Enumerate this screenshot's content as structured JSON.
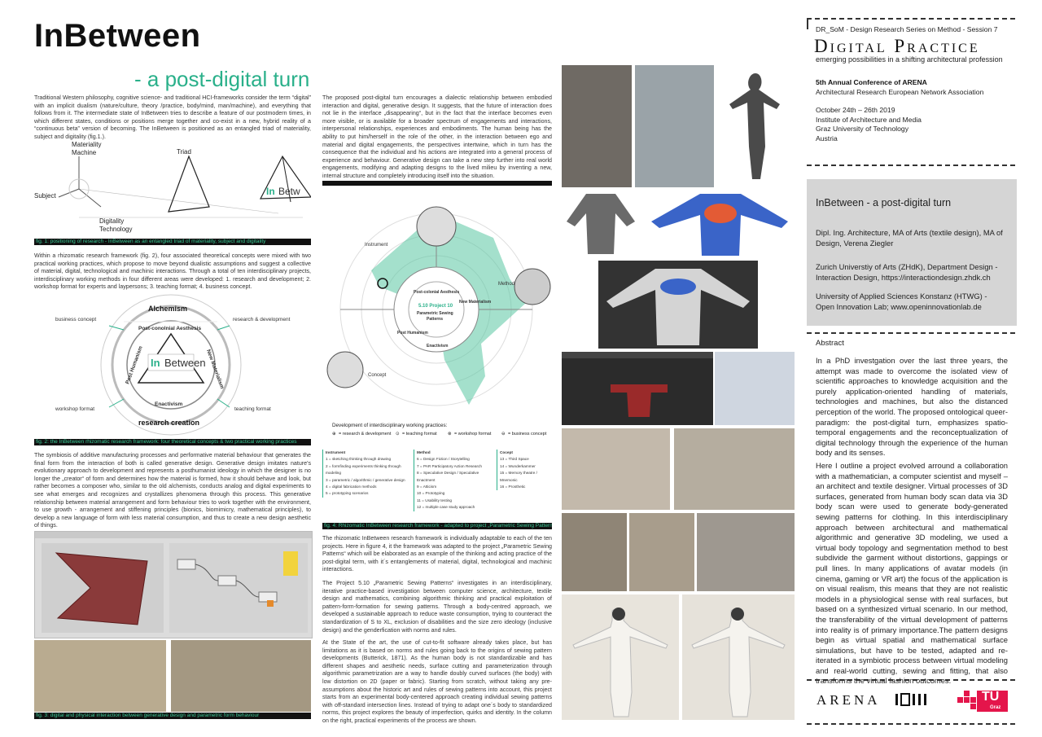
{
  "title": "InBetween",
  "subtitle": "- a post-digital turn",
  "col1": {
    "p1": "Traditional Western philosophy, cognitive science- and traditional HCI-frameworks consider the term “digital” with an implicit dualism (nature/culture, theory /practice, body/mind, man/machine), and everything that follows from it. The intermediate state of InBetween tries to describe a feature of our postmodern times, in which different states, conditions or positions merge together and co-exist in a new, hybrid reality of a “continuous beta” version of becoming. The InBetween is positioned as an entangled triad of materiality, subject and digitality (fig.1.).",
    "fig1_labels": {
      "materiality": "Materiality",
      "machine": "Machine",
      "triad": "Triad",
      "subject": "Subject",
      "digitality": "Digitality",
      "technology": "Technology"
    },
    "cap1": "fig. 1: positioning of research - InBetween as an entangled triad of materiality, subject and digitality",
    "p2": "Within a rhizomatic research framework (fig. 2), four associated theoretical concepts were mixed with two practical working practices, which propose to move beyond dualistic assumptions and suggest a collective of material, digital, technological and machinic interactions. Through a total of ten interdisciplinary projects, interdisciplinary working methods in four different areas were developed: 1. research and development; 2. workshop format for experts and laypersons; 3. teaching format; 4. business concept.",
    "fig2": {
      "alchemism": "Alchemism",
      "research_creation": "research creation",
      "post_colonial": "Post-conolnial Aesthesis",
      "new_materialism": "New Materialism",
      "post_humanism": "Post Humanism",
      "enactivism": "Enactivism",
      "business": "business concept",
      "research_dev": "research & development",
      "workshop": "workshop format",
      "teaching": "teaching format"
    },
    "cap2": "fig. 2: the InBetween rhizomatic research framework: four theoretical concepts & two practical  working practices",
    "p3": "The symbiosis of additive manufacturing processes and performative material behaviour that generates the final form from the interaction of both is called generative design. Generative design imitates nature's evolutionary approach to development and represents a posthumanist ideology in which the designer is no longer the „creator“ of form and determines how the material is formed, how it should behave and look, but rather becomes a composer who, similar to the old alchemists, conducts analog and digital experiments to see what emerges and recognizes and crystallizes phenomena through this process. This generative relationship between material arrangement and form behaviour tries to work together with the environment, to use growth - arrangement and stiffening principles (bionics, biomimicry, mathematical principles), to develop a new language of form with less material consumption, and thus to create a new design aesthetic of things.",
    "cap3": "fig. 3: digital and physical interaction between generative design and parametric form behaviour"
  },
  "col2": {
    "p1": "The proposed post-digital turn encourages a dialectic relationship between embodied interaction and digital, generative design. It suggests, that the future of interaction does not lie in the interface „disappearing“, but in the fact that the interface becomes even more visible, or is available for a broader spectrum of engagements and interactions, interpersonal relationships, experiences and embodiments. The human being has the ability to put him/herself in the role of the other, in the interaction between ego and material and digital engagements, the perspectives intertwine, which in turn has the consequence that the individual and his actions are integrated into a general process of experience and behaviour. Generative design can take a new step further into real world engagements, modifying and adapting designs to the lived milieu by inventing a new, internal structure and completely introducing itself into the situation.",
    "radar": {
      "center_top": "5.10 Project 10",
      "center_mid": "Parametric Sewing",
      "center_bot": "Patterns",
      "ring_a": "Post-colonial Aesthesis",
      "ring_b": "New Materialism",
      "ring_c": "Enactivism",
      "ring_d": "Post Humanism",
      "instrument": "Instrument",
      "method": "Method",
      "concept": "Concept"
    },
    "legend_title": "Development of interdisciplinary working practices:",
    "legend_items": [
      "= research & development",
      "= teaching format",
      "= workshop format",
      "= business concept"
    ],
    "table": {
      "headers": [
        "Instrument",
        "Method",
        "Cocept"
      ],
      "instrument": [
        "1 = sketching thinking through drawing",
        "2 = formfinding experiments thinking through modeling",
        "3 = parametric / algorithmic / generative design",
        "4 = digital fabrication methods",
        "5 = prototyping scenarios"
      ],
      "method": [
        "6 = Design Fiction / Storytelling",
        "7 = PAR Participatory Action Research",
        "8 = Speculative Design / Speculative Enactment",
        "9 = Atticism",
        "10 = Prototyping",
        "11 = Usability testing",
        "12 = multiple case study approach"
      ],
      "concept": [
        "13 = Third Space",
        "14 = Wunderkammer",
        "15 = Memory theatre / Mnemonic",
        "16 = Prosthetic"
      ]
    },
    "cap4": "fig. 4: Rhizomatic InBetween research framework - adapted to project „Parametric Sewing Patterns",
    "p2": "The rhizomatic InBetween research framework is individually adaptable to each of the ten projects. Here in figure 4, it the framework was adapted to the project „Parametric Sewing Patterns“ which will be elaborated as an example of the thinking and acting practice of the post-digital term, with it´s entanglements of material, digital, technological and machinic interactions.",
    "p3": "The Project 5.10 „Parametric Sewing Patterns“ investigates in an interdisciplinary, iterative practice-based investigation between computer science, architecture, textile design and mathematics, combining algorithmic thinking and practical exploitation of pattern-form-formation for sewing patterns. Through a body-centred approach, we developed a sustainable approach to reduce waste consumption, trying to counteract the standardization of S to XL, exclusion of disabilities and the size zero ideology (inclusive design) and the genderfication with norms and rules.",
    "p4": "At the State of the art, the use of cut-to-fit software already takes place, but has limitations as it is based on norms and rules going back to the origins of sewing pattern developments (Butterick, 1871). As the human body is not standardizable and has different shapes and aesthetic needs, surface cutting and parameterization through algorithmic parametrization are a way to handle doubly curved surfaces (the body) with low distortion on 2D (paper or fabric). Starting from scratch, without taking any pre-assumptions about the historic art and rules of sewing patterns into account, this project starts from an experimental body-centered approach creating individual sewing patterns with off-standard intersection lines. Instead of trying to adapt one´s body to standardized norms, this project explores the beauty of imperfection, quirks and identity.  In the column on the right, practical experiments of the process are shown."
  },
  "header_box": {
    "series": "DR_SoM - Design Research Series on Method - Session 7",
    "big": "Digital Practice",
    "tagline": "emerging possibilities in a shifting architectural profession",
    "conf_title": "5th Annual Conference of ARENA",
    "conf_sub": "Architectural Research European Network Association",
    "dates": "October 24th – 26th 2019",
    "inst1": "Institute of Architecture and Media",
    "inst2": "Graz University of Technology",
    "country": "Austria"
  },
  "info_box": {
    "title": "InBetween - a post-digital turn",
    "authors": "Dipl. Ing. Architecture, MA of Arts (textile design), MA of Design, Verena Ziegler",
    "aff1": "Zurich Universtiy of Arts (ZHdK), Department Design - Interaction Design, https://interactiondesign.zhdk.ch",
    "aff2": "University of Applied Sciences Konstanz (HTWG) - Open Innovation Lab; www.openinnovationlab.de"
  },
  "abstract": {
    "heading": "Abstract",
    "p1": "In a PhD investgation over the last three years, the attempt was made to overcome the isolated view of scientific approaches to knowledge acquisition and the purely application-oriented handling of materials, technologies and machines, but also the distanced perception of the world. The proposed ontological queer-paradigm: the post-digital turn, emphasizes spatio-temporal engagements and the reconceptualization of digital technology through the experience of the human body and its senses.",
    "p2": "Here I outline a project evolved arround a collaboration with a mathematician, a computer scientist and myself – an architect and textile designer. Virtual processes of 3D surfaces, generated from human body scan data via 3D body scan were used to generate body-generated sewing patterns for clothing. In this interdisciplinary approach between architectural and mathematical algorithmic and generative 3D modeling, we used a virtual body topology and segmentation method to best subdivide the garment without distortions, gappings or pull lines. In many applications of avatar models (in cinema, gaming or VR art) the focus of the application is on visual realism, this means that they are not realistic models in a physiological sense with real surfaces, but based on a synthesized virtual scenario. In our method, the transferability of the virtual development of patterns into reality is of primary importance.The pattern designs begin as virtual spatial and mathematical surface simulations, but have to be tested, adapted and re-iterated in a symbiotic process between virtual modeling and real-world cutting, sewing and fitting, that also transforms the virtual fashion outcomes."
  },
  "logos": {
    "arena": "ARENA",
    "tu": "TU",
    "graz": "Graz"
  },
  "colors": {
    "accent": "#2ab08a",
    "caption_bg": "#111111",
    "caption_text": "#38c995",
    "info_bg": "#d5d5d5"
  }
}
